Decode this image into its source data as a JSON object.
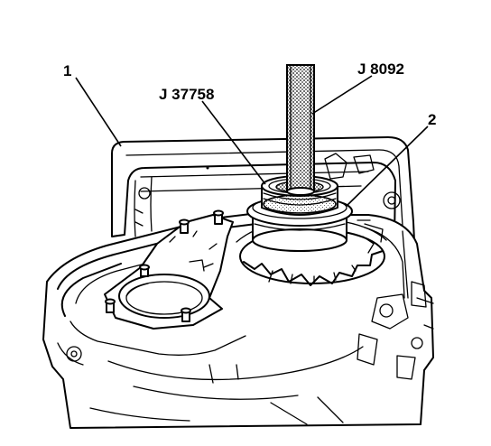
{
  "callouts": {
    "housing": "1",
    "seal": "2",
    "installer": "J 37758",
    "handle": "J 8092"
  },
  "colors": {
    "ink": "#000000",
    "paper": "#ffffff",
    "rod_shading": "#7a7a7a"
  }
}
